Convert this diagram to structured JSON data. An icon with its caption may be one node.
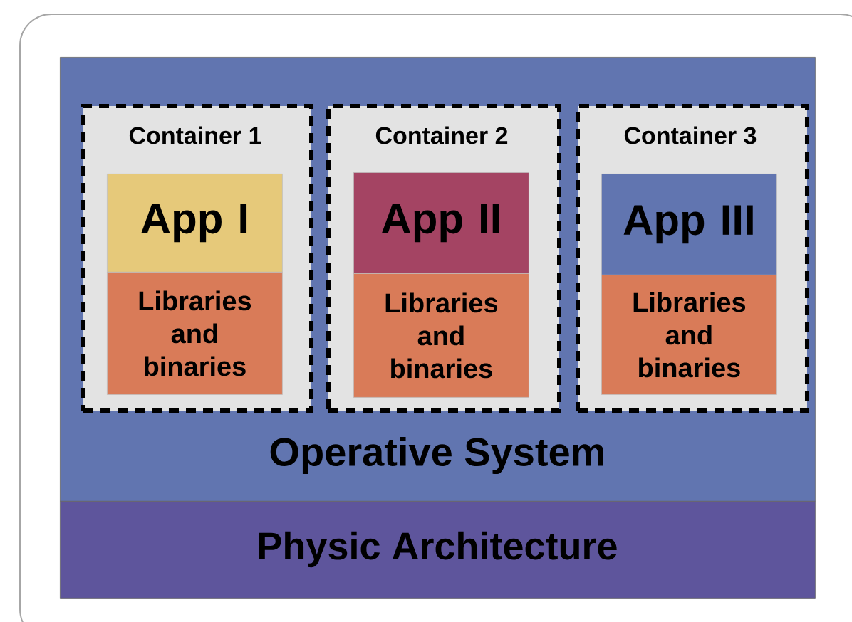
{
  "diagram": {
    "nodes": [
      {
        "text": [
          "Operative System"
        ]
      },
      {
        "text": [
          "Container 1"
        ],
        "in": 0
      },
      {
        "text": [
          "App I"
        ],
        "in": 1
      },
      {
        "text": [
          "Libraries and binaries"
        ],
        "in": 1
      },
      {
        "text": [
          "Container 2"
        ],
        "in": 0
      },
      {
        "text": [
          "App II"
        ],
        "in": 4
      },
      {
        "text": [
          "Libraries and binaries"
        ],
        "in": 4
      },
      {
        "text": [
          "Container 3"
        ],
        "in": 0
      },
      {
        "text": [
          "App III"
        ],
        "in": 7
      },
      {
        "text": [
          "Libraries and binaries"
        ],
        "in": 7
      },
      {
        "text": [
          "Physic Architecture"
        ]
      }
    ]
  }
}
